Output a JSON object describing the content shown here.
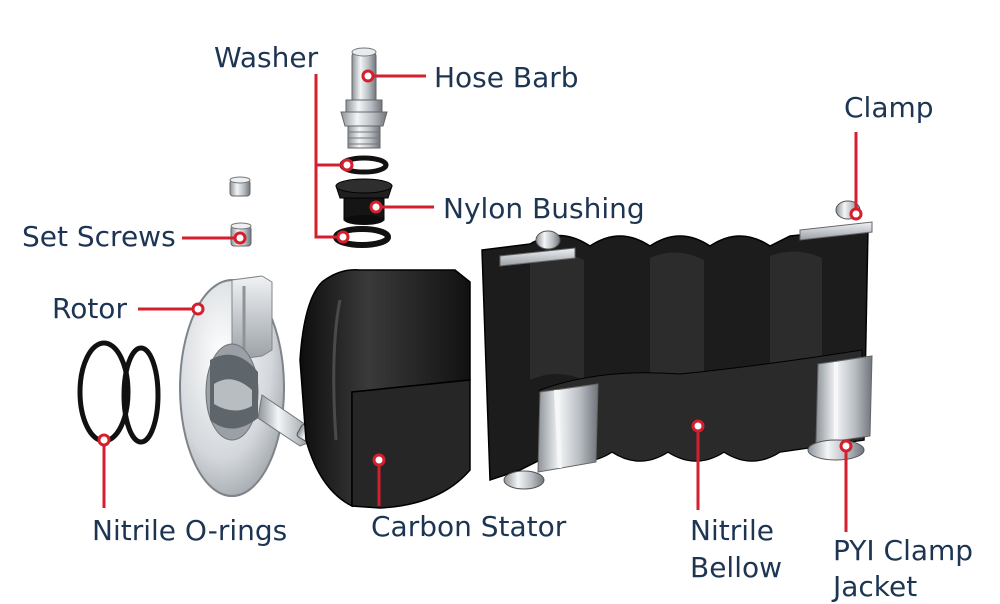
{
  "colors": {
    "label": "#1d3553",
    "leader": "#d41f2e",
    "rubber": "#1a1a1a",
    "metal": "#c8ccd0"
  },
  "labels": {
    "washer": "Washer",
    "hose_barb": "Hose Barb",
    "clamp": "Clamp",
    "nylon_bushing": "Nylon Bushing",
    "set_screws": "Set Screws",
    "rotor": "Rotor",
    "nitrile_orings": "Nitrile O-rings",
    "carbon_stator": "Carbon Stator",
    "nitrile_bellow_line1": "Nitrile",
    "nitrile_bellow_line2": "Bellow",
    "pyi_clamp_jacket_line1": "PYI Clamp",
    "pyi_clamp_jacket_line2": "Jacket"
  }
}
